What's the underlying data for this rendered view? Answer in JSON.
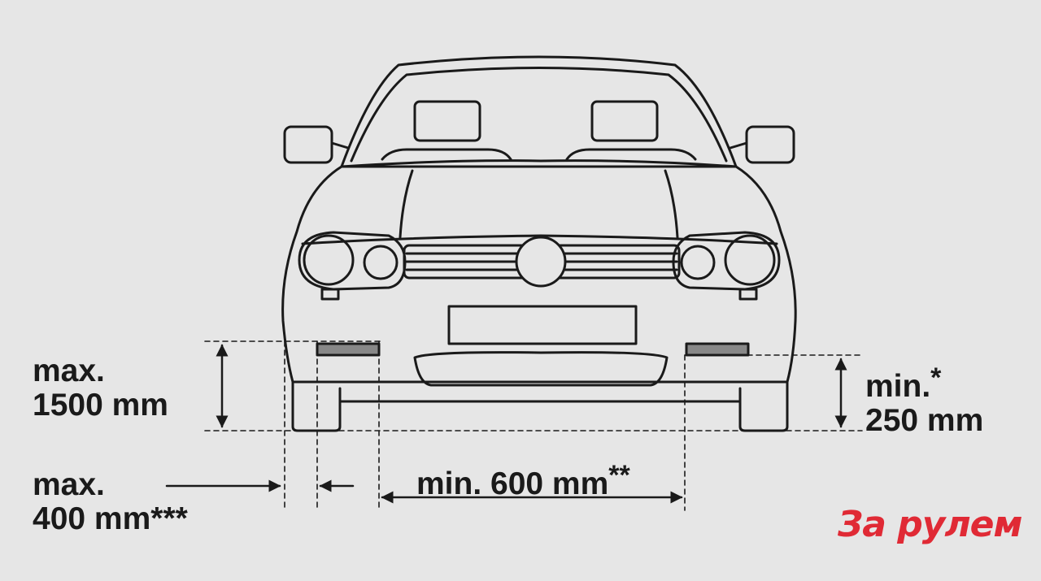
{
  "diagram": {
    "label_height_max": {
      "line1": "max.",
      "line2": "1500 mm"
    },
    "label_height_min": {
      "line1": "min.",
      "mark": "*",
      "line2": "250 mm"
    },
    "label_width_min": {
      "text": "min. 600 mm",
      "mark": "**"
    },
    "label_edge_max": {
      "line1": "max.",
      "line2": "400 mm",
      "mark": "***"
    }
  },
  "logo": {
    "text": "За рулем",
    "color": "#e02a35"
  },
  "colors": {
    "background": "#e6e6e6",
    "line": "#1a1a1a"
  },
  "icons": [
    "car-front-illustration",
    "dimension-arrow-icon"
  ]
}
